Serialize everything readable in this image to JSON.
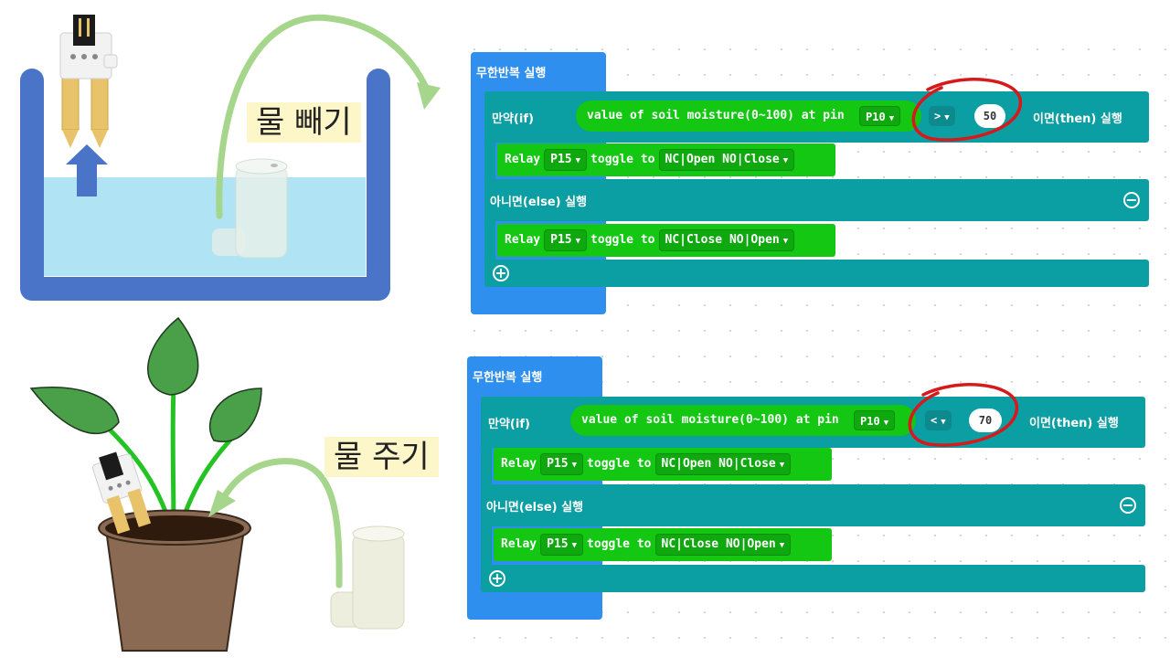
{
  "captions": {
    "top": "물 빼기",
    "bottom": "물 주기"
  },
  "program_top": {
    "forever_label": "무한반복 실행",
    "if_label": "만약(if)",
    "condition_text": "value of soil moisture(0~100) at pin",
    "condition_pin": "P10",
    "operator": ">",
    "threshold": "50",
    "then_label": "이면(then) 실행",
    "then_stmt": {
      "prefix": "Relay",
      "pin": "P15",
      "mid": "toggle to",
      "state": "NC|Open NO|Close"
    },
    "else_label": "아니면(else) 실행",
    "else_stmt": {
      "prefix": "Relay",
      "pin": "P15",
      "mid": "toggle to",
      "state": "NC|Close NO|Open"
    }
  },
  "program_bottom": {
    "forever_label": "무한반복 실행",
    "if_label": "만약(if)",
    "condition_text": "value of soil moisture(0~100) at pin",
    "condition_pin": "P10",
    "operator": "<",
    "threshold": "70",
    "then_label": "이면(then) 실행",
    "then_stmt": {
      "prefix": "Relay",
      "pin": "P15",
      "mid": "toggle to",
      "state": "NC|Open NO|Close"
    },
    "else_label": "아니면(else) 실행",
    "else_stmt": {
      "prefix": "Relay",
      "pin": "P15",
      "mid": "toggle to",
      "state": "NC|Close NO|Open"
    }
  },
  "icons": {
    "dropdown": "▼",
    "collapse": "⊖",
    "add": "⊕"
  },
  "colors": {
    "forever": "#2f8fef",
    "if_block": "#0b9ea2",
    "pins_block": "#13c713",
    "highlight_circle": "#d7191c",
    "water": "#b0e4f4",
    "tank": "#4a74c8",
    "arrow_green": "#a6d58c"
  }
}
